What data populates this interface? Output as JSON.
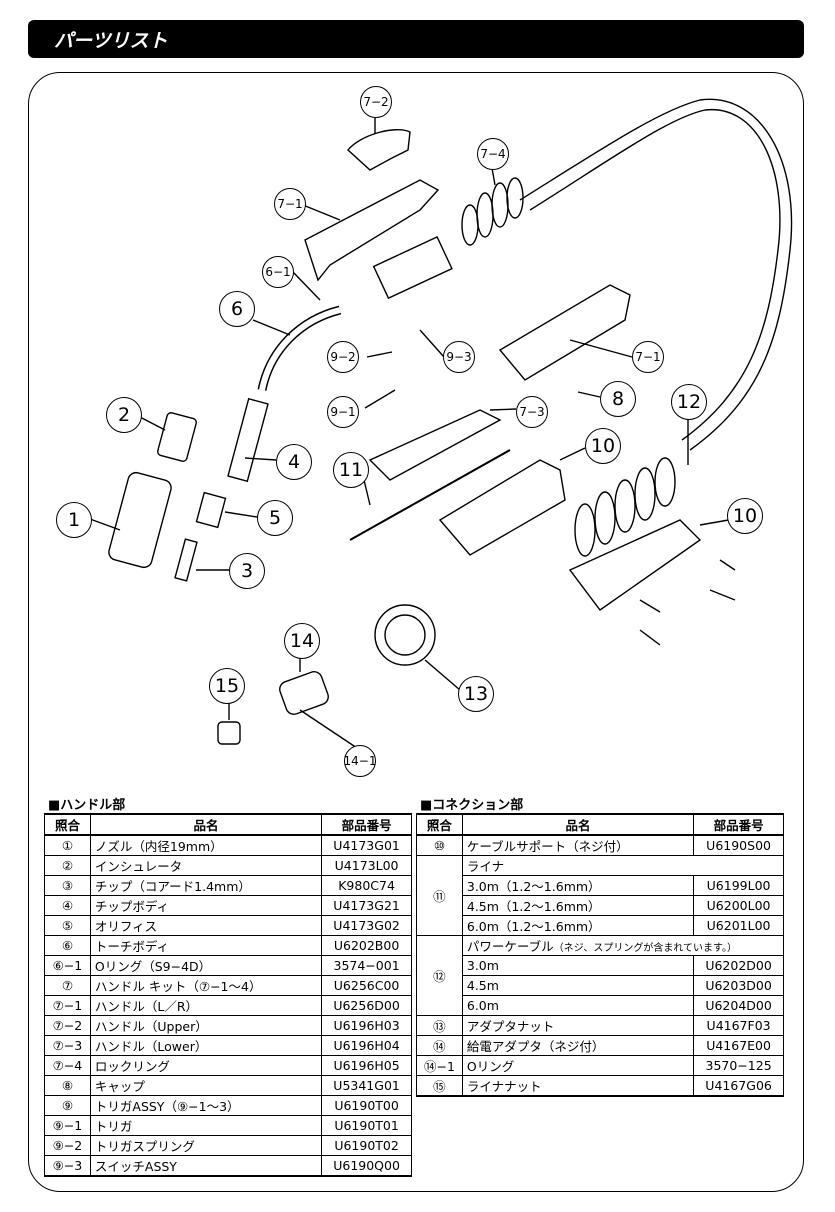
{
  "page_title": "パーツリスト",
  "diagram_labels": [
    {
      "id": "7-2",
      "text": "7−2"
    },
    {
      "id": "7-4",
      "text": "7−4"
    },
    {
      "id": "7-1a",
      "text": "7−1"
    },
    {
      "id": "6-1",
      "text": "6−1"
    },
    {
      "id": "6",
      "text": "6"
    },
    {
      "id": "9-2",
      "text": "9−2"
    },
    {
      "id": "9-3",
      "text": "9−3"
    },
    {
      "id": "7-1b",
      "text": "7−1"
    },
    {
      "id": "2",
      "text": "2"
    },
    {
      "id": "8",
      "text": "8"
    },
    {
      "id": "12",
      "text": "12"
    },
    {
      "id": "9-1",
      "text": "9−1"
    },
    {
      "id": "7-3",
      "text": "7−3"
    },
    {
      "id": "4",
      "text": "4"
    },
    {
      "id": "10a",
      "text": "10"
    },
    {
      "id": "11",
      "text": "11"
    },
    {
      "id": "1",
      "text": "1"
    },
    {
      "id": "5",
      "text": "5"
    },
    {
      "id": "10b",
      "text": "10"
    },
    {
      "id": "3",
      "text": "3"
    },
    {
      "id": "14",
      "text": "14"
    },
    {
      "id": "15",
      "text": "15"
    },
    {
      "id": "13",
      "text": "13"
    },
    {
      "id": "14-1",
      "text": "14−1"
    }
  ],
  "handle_table": {
    "title": "■ハンドル部",
    "headers": [
      "照合",
      "品名",
      "部品番号"
    ],
    "rows": [
      {
        "no": "①",
        "name": "ノズル（内径19mm）",
        "code": "U4173G01"
      },
      {
        "no": "②",
        "name": "インシュレータ",
        "code": "U4173L00"
      },
      {
        "no": "③",
        "name": "チップ（コアード1.4mm）",
        "code": "K980C74"
      },
      {
        "no": "④",
        "name": "チップボディ",
        "code": "U4173G21"
      },
      {
        "no": "⑤",
        "name": "オリフィス",
        "code": "U4173G02"
      },
      {
        "no": "⑥",
        "name": "トーチボディ",
        "code": "U6202B00"
      },
      {
        "no": "⑥−1",
        "name": "Oリング（S9−4D）",
        "code": "3574−001"
      },
      {
        "no": "⑦",
        "name": "ハンドル キット（⑦−1〜4）",
        "code": "U6256C00"
      },
      {
        "no": "⑦−1",
        "name": "ハンドル（L／R）",
        "code": "U6256D00"
      },
      {
        "no": "⑦−2",
        "name": "ハンドル（Upper）",
        "code": "U6196H03"
      },
      {
        "no": "⑦−3",
        "name": "ハンドル（Lower）",
        "code": "U6196H04"
      },
      {
        "no": "⑦−4",
        "name": "ロックリング",
        "code": "U6196H05"
      },
      {
        "no": "⑧",
        "name": "キャップ",
        "code": "U5341G01"
      },
      {
        "no": "⑨",
        "name": "トリガASSY（⑨−1〜3）",
        "code": "U6190T00"
      },
      {
        "no": "⑨−1",
        "name": "トリガ",
        "code": "U6190T01"
      },
      {
        "no": "⑨−2",
        "name": "トリガスプリング",
        "code": "U6190T02"
      },
      {
        "no": "⑨−3",
        "name": "スイッチASSY",
        "code": "U6190Q00"
      }
    ]
  },
  "connection_table": {
    "title": "■コネクション部",
    "headers": [
      "照合",
      "品名",
      "部品番号"
    ],
    "cable_support": {
      "no": "⑩",
      "name": "ケーブルサポート（ネジ付）",
      "code": "U6190S00"
    },
    "liner": {
      "no": "⑪",
      "name": "ライナ",
      "items": [
        {
          "name": "3.0m（1.2〜1.6mm）",
          "code": "U6199L00"
        },
        {
          "name": "4.5m（1.2〜1.6mm）",
          "code": "U6200L00"
        },
        {
          "name": "6.0m（1.2〜1.6mm）",
          "code": "U6201L00"
        }
      ]
    },
    "power_cable": {
      "no": "⑫",
      "name": "パワーケーブル",
      "note": "（ネジ、スプリングが含まれています。）",
      "items": [
        {
          "name": "3.0m",
          "code": "U6202D00"
        },
        {
          "name": "4.5m",
          "code": "U6203D00"
        },
        {
          "name": "6.0m",
          "code": "U6204D00"
        }
      ]
    },
    "tail_rows": [
      {
        "no": "⑬",
        "name": "アダプタナット",
        "code": "U4167F03"
      },
      {
        "no": "⑭",
        "name": "給電アダプタ（ネジ付）",
        "code": "U4167E00"
      },
      {
        "no": "⑭−1",
        "name": "Oリング",
        "code": "3570−125"
      },
      {
        "no": "⑮",
        "name": "ライナナット",
        "code": "U4167G06"
      }
    ]
  }
}
